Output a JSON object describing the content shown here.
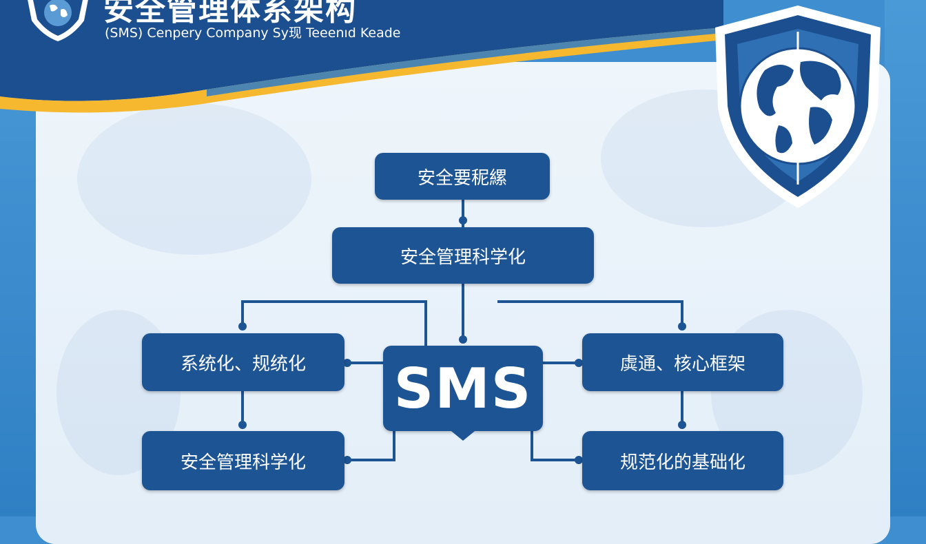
{
  "header": {
    "title": "安全管理体系架构",
    "subtitle": "(SMS) Cenpery Company Sy现 Teeenıd Keade"
  },
  "diagram": {
    "top": "安全要秜縲",
    "upper": "安全管理科学化",
    "center": "SMS",
    "left_top": "系统化、规统化",
    "left_bottom": "安全管理科学化",
    "right_top": "虡通、核心框架",
    "right_bottom": "规范化的基础化"
  },
  "colors": {
    "node_fill": "#1c5494",
    "header_navy": "#1b4f8f",
    "header_gold": "#f5b82e",
    "panel_bg": "#eaf2fa"
  },
  "icons": [
    "shield-globe-icon",
    "shield-globe-small-icon"
  ]
}
